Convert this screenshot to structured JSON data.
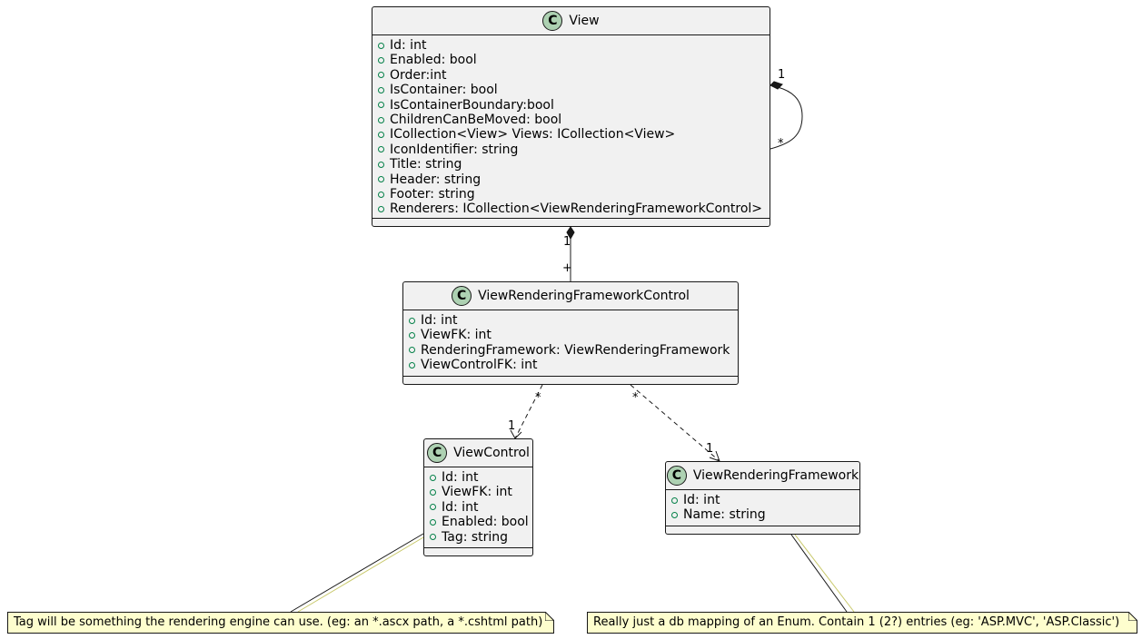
{
  "classes": {
    "view": {
      "stereotype": "C",
      "name": "View",
      "attributes": [
        "Id: int",
        "Enabled: bool",
        "Order:int",
        "IsContainer: bool",
        "IsContainerBoundary:bool",
        "ChildrenCanBeMoved: bool",
        "ICollection<View> Views: ICollection<View>",
        "IconIdentifier: string",
        "Title: string",
        "Header: string",
        "Footer: string",
        "Renderers: ICollection<ViewRenderingFrameworkControl>"
      ]
    },
    "vrfc": {
      "stereotype": "C",
      "name": "ViewRenderingFrameworkControl",
      "attributes": [
        "Id: int",
        "ViewFK: int",
        "RenderingFramework: ViewRenderingFramework",
        "ViewControlFK: int"
      ]
    },
    "viewcontrol": {
      "stereotype": "C",
      "name": "ViewControl",
      "attributes": [
        "Id: int",
        "ViewFK: int",
        "Id: int",
        "Enabled: bool",
        "Tag: string"
      ]
    },
    "vrf": {
      "stereotype": "C",
      "name": "ViewRenderingFramework",
      "attributes": [
        "Id: int",
        "Name: string"
      ]
    }
  },
  "notes": {
    "viewcontrol": "Tag will be something the rendering engine can use. (eg: an *.ascx path, a *.cshtml path)",
    "vrf": "Really just a db mapping of an Enum. Contain 1 (2?) entries (eg: 'ASP.MVC', 'ASP.Classic')"
  },
  "relations": {
    "self": {
      "source_mult": "1",
      "target_mult": "*"
    },
    "view_vrfc": {
      "source_mult": "1",
      "target_mult": "+"
    },
    "vrfc_viewcontrol": {
      "source_mult": "*",
      "target_mult": "1"
    },
    "vrfc_vrf": {
      "source_mult": "*",
      "target_mult": "1"
    }
  },
  "colors": {
    "class_fill": "#f1f1f1",
    "badge_fill": "#add1b2",
    "visibility_marker": "#038048",
    "note_fill": "#fefece",
    "line": "#181818"
  }
}
